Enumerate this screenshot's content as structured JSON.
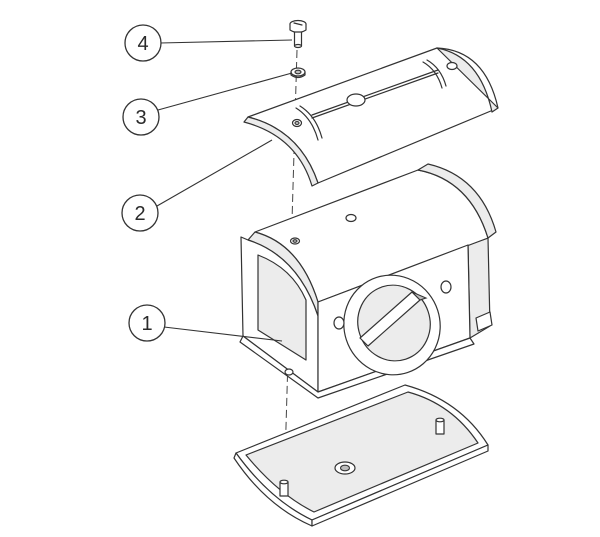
{
  "callouts": [
    {
      "id": "4",
      "label": "4",
      "part": "screw"
    },
    {
      "id": "3",
      "label": "3",
      "part": "washer"
    },
    {
      "id": "2",
      "label": "2",
      "part": "top-half-shell"
    },
    {
      "id": "1",
      "label": "1",
      "part": "housing-body"
    }
  ]
}
